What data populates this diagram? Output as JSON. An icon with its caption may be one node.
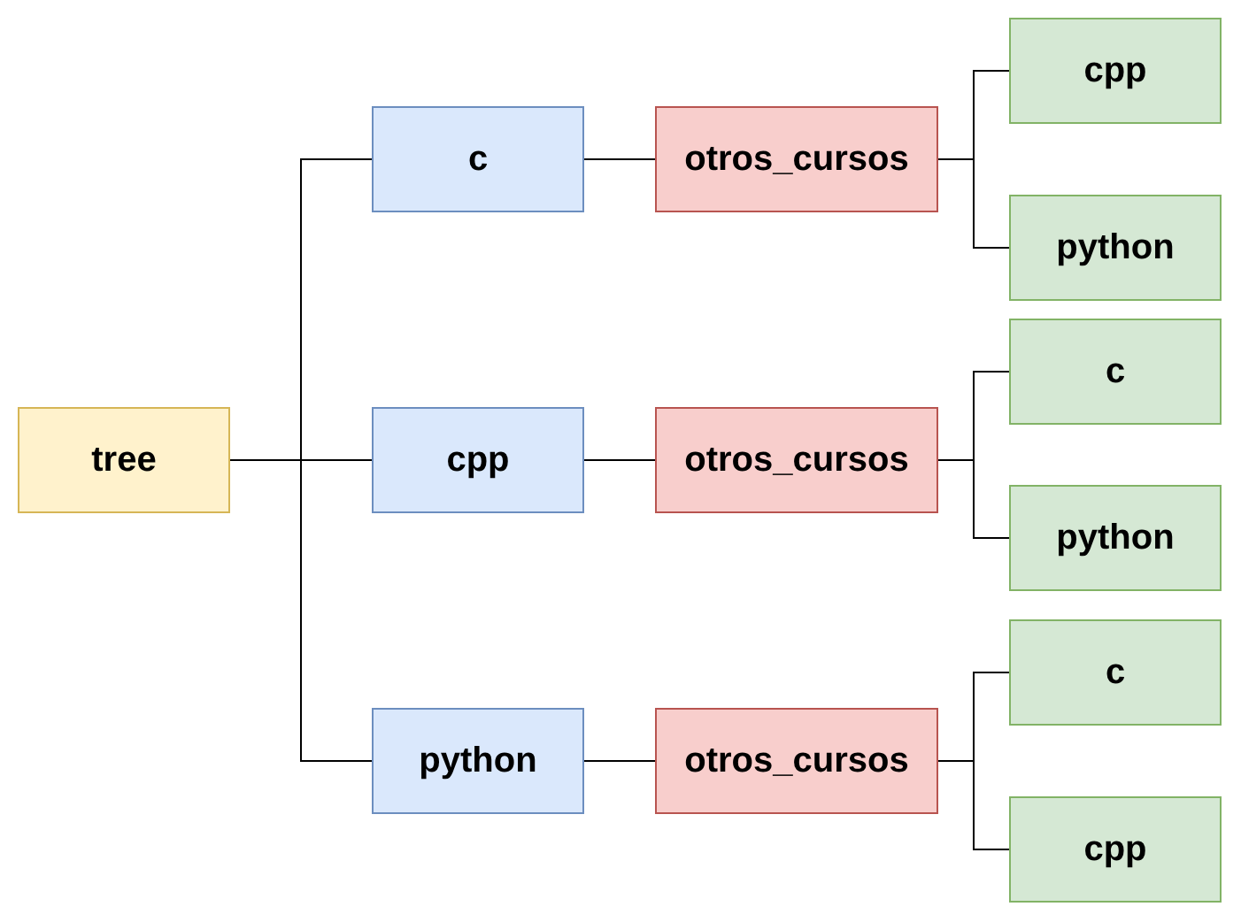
{
  "diagram": {
    "nodes": [
      {
        "text": [
          "tree"
        ]
      },
      {
        "text": [
          "c"
        ]
      },
      {
        "text": [
          "otros_cursos"
        ]
      },
      {
        "text": [
          "cpp"
        ]
      },
      {
        "text": [
          "python"
        ]
      },
      {
        "text": [
          "cpp"
        ]
      },
      {
        "text": [
          "otros_cursos"
        ]
      },
      {
        "text": [
          "c"
        ]
      },
      {
        "text": [
          "python"
        ]
      },
      {
        "text": [
          "python"
        ]
      },
      {
        "text": [
          "otros_cursos"
        ]
      },
      {
        "text": [
          "c"
        ]
      },
      {
        "text": [
          "cpp"
        ]
      }
    ],
    "edges": [
      {
        "from": 0,
        "to": 1,
        "arrow": "none"
      },
      {
        "from": 0,
        "to": 5,
        "arrow": "none"
      },
      {
        "from": 0,
        "to": 9,
        "arrow": "none"
      },
      {
        "from": 1,
        "to": 2,
        "arrow": "none"
      },
      {
        "from": 2,
        "to": 3,
        "arrow": "none"
      },
      {
        "from": 2,
        "to": 4,
        "arrow": "none"
      },
      {
        "from": 5,
        "to": 6,
        "arrow": "none"
      },
      {
        "from": 6,
        "to": 7,
        "arrow": "none"
      },
      {
        "from": 6,
        "to": 8,
        "arrow": "none"
      },
      {
        "from": 9,
        "to": 10,
        "arrow": "none"
      },
      {
        "from": 10,
        "to": 11,
        "arrow": "none"
      },
      {
        "from": 10,
        "to": 12,
        "arrow": "none"
      }
    ]
  }
}
